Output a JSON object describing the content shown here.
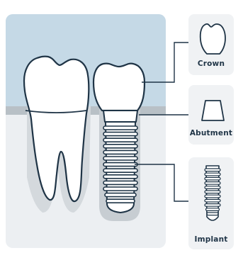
{
  "labels": {
    "crown": "Crown",
    "abutment": "Abutment",
    "implant": "Implant"
  },
  "colors": {
    "gum": "#c5d9e6",
    "bone": "#eceff2",
    "bone_band": "#b8c0c6",
    "socket": "#c7cdd2",
    "outline": "#1f3446",
    "card": "#f0f2f4"
  }
}
